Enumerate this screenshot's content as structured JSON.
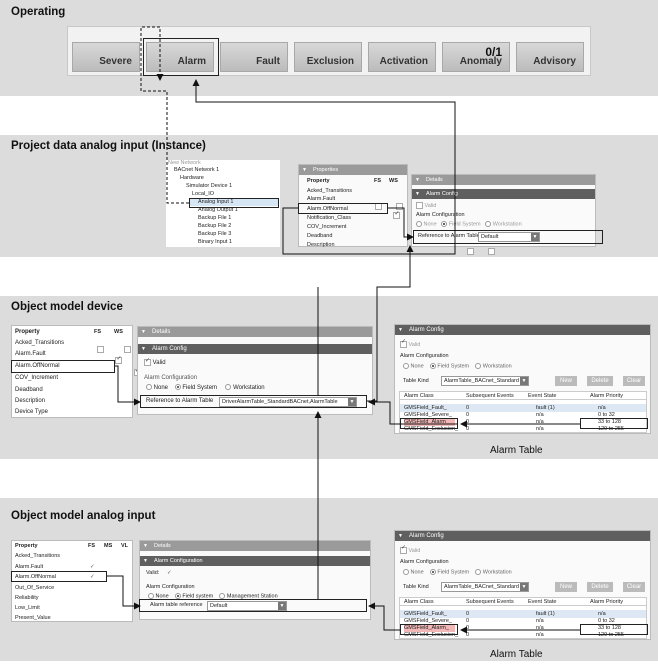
{
  "sections": {
    "operating": "Operating",
    "project_data": "Project data analog input (Instance)",
    "om_device": "Object model device",
    "om_analog": "Object model analog input"
  },
  "toolbar": {
    "buttons": [
      {
        "label": "Severe",
        "count": ""
      },
      {
        "label": "Alarm",
        "count": ""
      },
      {
        "label": "Fault",
        "count": ""
      },
      {
        "label": "Exclusion",
        "count": ""
      },
      {
        "label": "Activation",
        "count": ""
      },
      {
        "label": "Anomaly",
        "count": "0/1"
      },
      {
        "label": "Advisory",
        "count": ""
      }
    ]
  },
  "tree": {
    "items": [
      "BACnet Network 1",
      "Hardware",
      "Simulator Device 1",
      "Local_IO",
      "Analog Input 1",
      "Analog Output 1",
      "Backup File 1",
      "Backup File 2",
      "Backup File 3",
      "Binary Input 1"
    ]
  },
  "properties_panel": {
    "title": "Properties",
    "col_property": "Property",
    "col_fs": "FS",
    "col_ws": "WS",
    "col_ms": "MS",
    "col_vl": "VL",
    "rows_project": [
      "Acked_Transitions",
      "Alarm.Fault",
      "Alarm.OffNormal",
      "Notification_Class",
      "COV_Increment",
      "Deadband",
      "Description"
    ],
    "rows_device": [
      "Acked_Transitions",
      "Alarm.Fault",
      "Alarm.OffNormal",
      "COV_Increment",
      "Deadband",
      "Description",
      "Device Type"
    ],
    "rows_analog": [
      "Acked_Transitions",
      "Alarm.Fault",
      "Alarm.OffNormal",
      "Out_Of_Service",
      "Reliability",
      "Low_Limit",
      "Present_Value"
    ]
  },
  "details": {
    "details": "Details",
    "alarm_config": "Alarm Config",
    "alarm_configuration": "Alarm Configuration",
    "valid": "Valid",
    "valid_colon": "Valid:",
    "none": "None",
    "field_system": "Field System",
    "field_system_lc": "Field system",
    "workstation": "Workstation",
    "management_station": "Management Station",
    "ref_alarm_table": "Reference to Alarm Table",
    "alarm_table_reference": "Alarm table reference",
    "default": "Default",
    "device_ref_value": "DriverAlarmTable_StandardBACnet,AlarmTable"
  },
  "alarm_table": {
    "header": "Alarm Config",
    "valid": "Valid",
    "alarm_configuration": "Alarm Configuration",
    "none": "None",
    "field_system": "Field System",
    "workstation": "Workstation",
    "table_kind_label": "Table Kind",
    "table_kind_value": "AlarmTable_BACnet_Standard",
    "new": "New",
    "delete": "Delete",
    "clear": "Clear",
    "columns": [
      "Alarm Class",
      "Subsequent Events",
      "Event State",
      "Alarm Priority"
    ],
    "rows": [
      [
        "GMSField_Fault_",
        "0",
        "fault (1)",
        "n/a"
      ],
      [
        "GMSField_Severe_",
        "0",
        "n/a",
        "0  to  32"
      ],
      [
        "GMSField_Alarm_",
        "0",
        "n/a",
        "33  to  128"
      ],
      [
        "GMSField_Exclusion_",
        "0",
        "n/a",
        "129  to  255"
      ]
    ],
    "caption": "Alarm Table"
  },
  "colors": {
    "band": "#dcdcdc",
    "panel_header": "#5f5f5f",
    "highlight": "#f2b8b8"
  }
}
